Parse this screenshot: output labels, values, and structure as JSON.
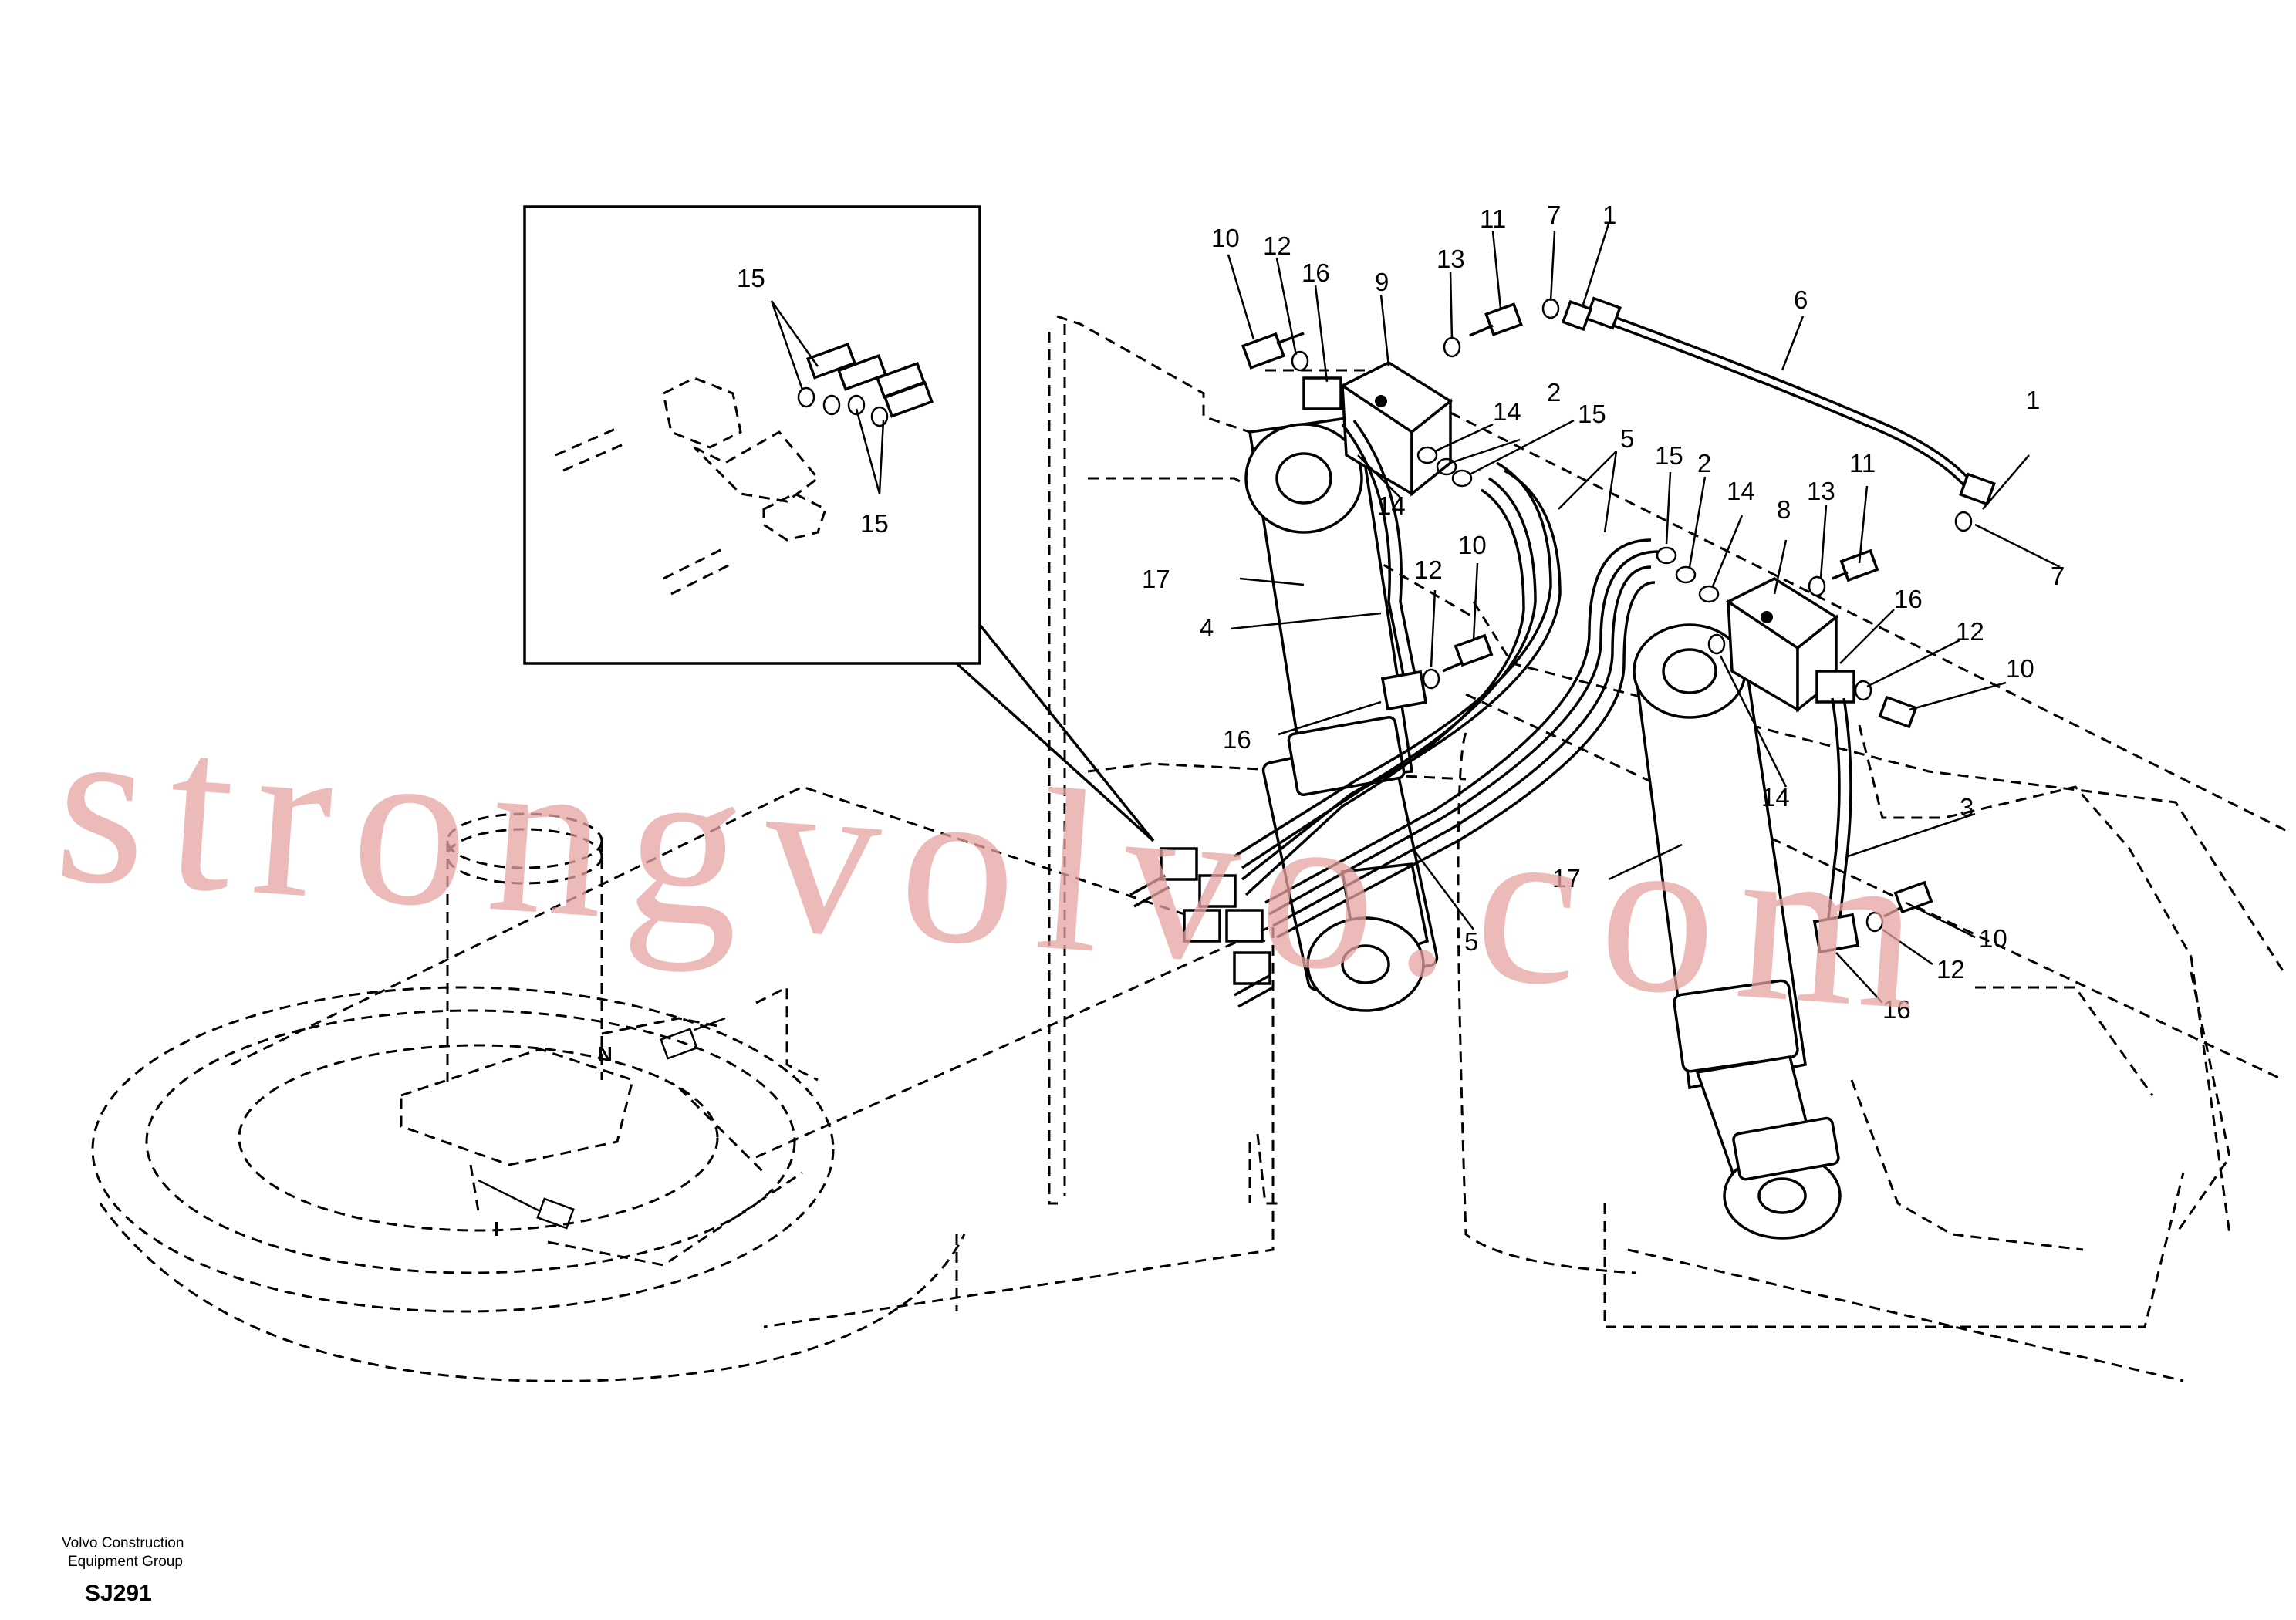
{
  "watermark": "strongvolvo.com",
  "labels": {
    "inset_15_top": "15",
    "inset_15_bottom": "15",
    "l10_a": "10",
    "l12_a": "12",
    "l16_a": "16",
    "l9": "9",
    "l13_a": "13",
    "l11_a": "11",
    "l7_a": "7",
    "l1_a": "1",
    "l6": "6",
    "l14_a": "14",
    "l2_a": "2",
    "l15_a": "15",
    "l5_a": "5",
    "l14_b": "14",
    "l17_a": "17",
    "l4": "4",
    "l12_b": "12",
    "l10_b": "10",
    "l16_b": "16",
    "l15_b": "15",
    "l2_b": "2",
    "l14_c": "14",
    "l8": "8",
    "l13_b": "13",
    "l11_b": "11",
    "l1_b": "1",
    "l7_b": "7",
    "l16_c": "16",
    "l12_c": "12",
    "l10_c": "10",
    "l14_d": "14",
    "l3": "3",
    "l17_b": "17",
    "l5_b": "5",
    "l10_d": "10",
    "l12_d": "12",
    "l16_d": "16",
    "port_n": "N",
    "port_i": "I"
  },
  "footer": {
    "company_line1": "Volvo Construction",
    "company_line2": "Equipment Group",
    "code": "SJ291"
  }
}
